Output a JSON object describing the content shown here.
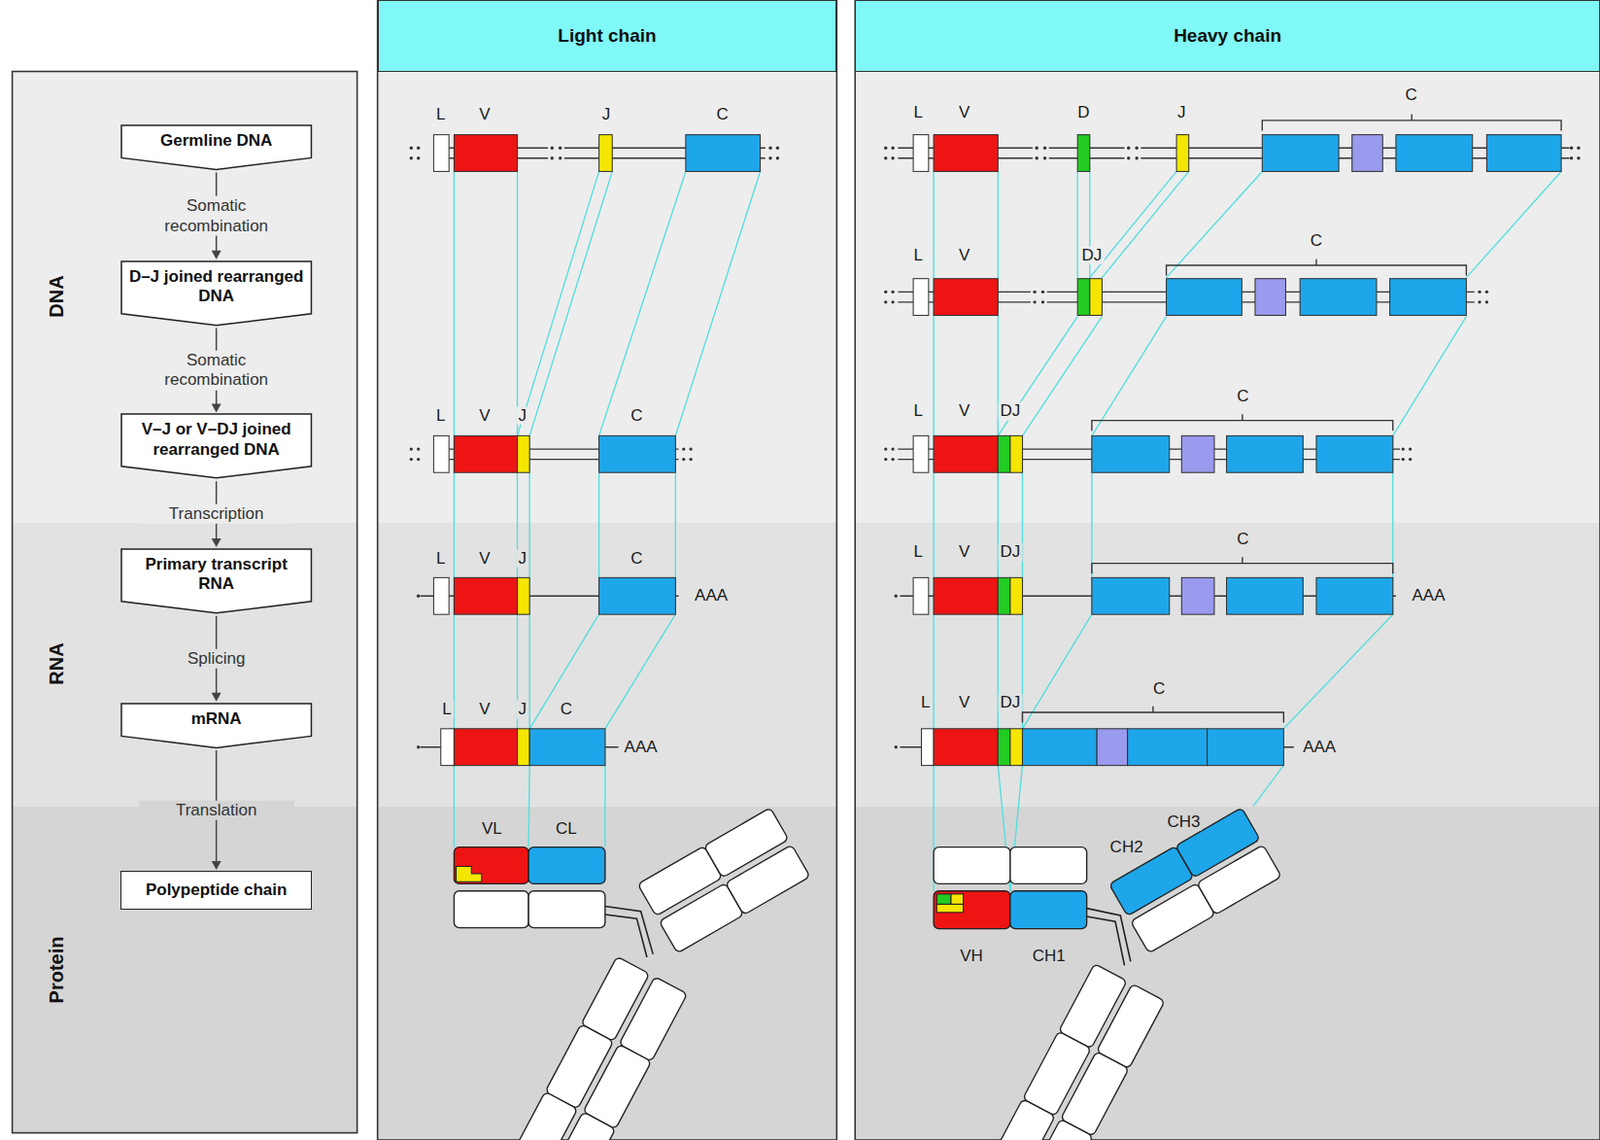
{
  "diagram": {
    "nodes": [
      {
        "text": [
          "Light chain"
        ]
      },
      {
        "text": [
          "Heavy chain"
        ]
      },
      {
        "text": [
          "DNA"
        ]
      },
      {
        "text": [
          "Germline DNA"
        ],
        "in": 2
      },
      {
        "text": [
          "D–J joined rearranged DNA"
        ],
        "in": 2
      },
      {
        "text": [
          "V–J or V–DJ joined rearranged DNA"
        ],
        "in": 2
      },
      {
        "text": [
          "RNA"
        ]
      },
      {
        "text": [
          "Primary transcript RNA"
        ],
        "in": 6
      },
      {
        "text": [
          "mRNA"
        ],
        "in": 6
      },
      {
        "text": [
          "Protein"
        ]
      },
      {
        "text": [
          "Polypeptide chain"
        ],
        "in": 9
      }
    ],
    "edges": [
      {
        "from": 3,
        "to": 4,
        "arrow": "to",
        "label": "Somatic recombination"
      },
      {
        "from": 4,
        "to": 5,
        "arrow": "to",
        "label": "Somatic recombination"
      },
      {
        "from": 5,
        "to": 7,
        "arrow": "to",
        "label": "Transcription"
      },
      {
        "from": 7,
        "to": 8,
        "arrow": "to",
        "label": "Splicing"
      },
      {
        "from": 8,
        "to": 10,
        "arrow": "to",
        "label": "Translation"
      }
    ],
    "labels": [
      "L",
      "V",
      "J",
      "C",
      "L",
      "V",
      "J",
      "C",
      "L",
      "V",
      "J",
      "C",
      "AAA",
      "L",
      "V",
      "J",
      "C",
      "AAA",
      "VL",
      "CL",
      "L",
      "V",
      "D",
      "J",
      "C",
      "L",
      "V",
      "DJ",
      "C",
      "L",
      "V",
      "DJ",
      "C",
      "L",
      "V",
      "DJ",
      "C",
      "AAA",
      "L",
      "V",
      "DJ",
      "C",
      "AAA",
      "VH",
      "CH1",
      "CH2",
      "CH3"
    ]
  }
}
